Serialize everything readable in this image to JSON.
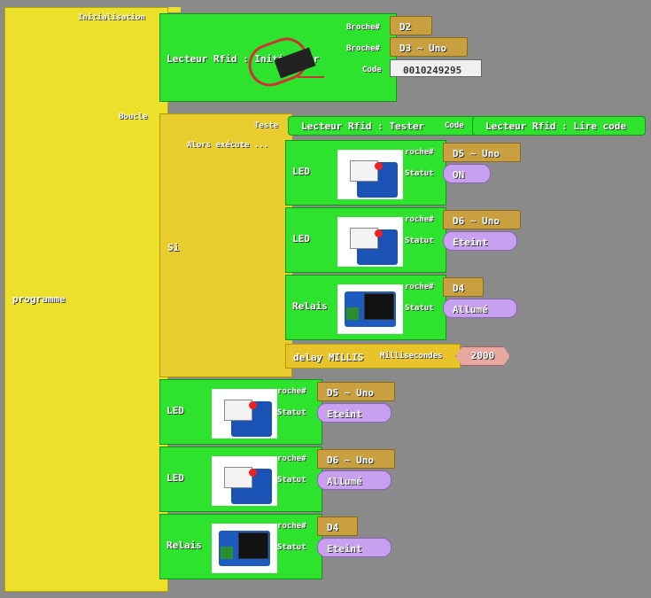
{
  "program": {
    "label": "programme",
    "init_label": "Initialisation",
    "loop_label": "Boucle"
  },
  "rfid_init": {
    "title": "Lecteur Rfid : Initialiser",
    "broche1_label": "Broche#",
    "broche1_value": "D2",
    "broche2_label": "Broche#",
    "broche2_value": "D3 ~ Uno",
    "code_label": "Code",
    "code_value": "0010249295"
  },
  "if_block": {
    "label": "Si",
    "test_label": "Teste",
    "then_label": "Alors exécute ...",
    "tester_label": "Lecteur Rfid : Tester",
    "code_label": "Code",
    "read_code_label": "Lecteur Rfid : Lire code"
  },
  "inner_blocks": [
    {
      "title": "LED",
      "broche_label": "roche#",
      "broche_value": "D5 ~ Uno",
      "statut_label": "Statut",
      "statut_value": "ON",
      "kind": "led"
    },
    {
      "title": "LED",
      "broche_label": "roche#",
      "broche_value": "D6 ~ Uno",
      "statut_label": "Statut",
      "statut_value": "Eteint",
      "kind": "led"
    },
    {
      "title": "Relais",
      "broche_label": "roche#",
      "broche_value": "D4",
      "statut_label": "Statut",
      "statut_value": "Allumé",
      "kind": "relay"
    }
  ],
  "delay": {
    "label": "delay MILLIS",
    "ms_label": "Millisecondes",
    "ms_value": "2000"
  },
  "outer_blocks": [
    {
      "title": "LED",
      "broche_label": "roche#",
      "broche_value": "D5 ~ Uno",
      "statut_label": "Statut",
      "statut_value": "Eteint",
      "kind": "led"
    },
    {
      "title": "LED",
      "broche_label": "roche#",
      "broche_value": "D6 ~ Uno",
      "statut_label": "Statut",
      "statut_value": "Allumé",
      "kind": "led"
    },
    {
      "title": "Relais",
      "broche_label": "roche#",
      "broche_value": "D4",
      "statut_label": "Statut",
      "statut_value": "Eteint",
      "kind": "relay"
    }
  ],
  "colors": {
    "workspace": "#8a8a8a",
    "program_block": "#ede02a",
    "if_block": "#e9cd2f",
    "action_block": "#2de32d",
    "pin_value": "#c8a040",
    "state_value": "#c8a0f0",
    "number_value": "#e8a8a0"
  }
}
